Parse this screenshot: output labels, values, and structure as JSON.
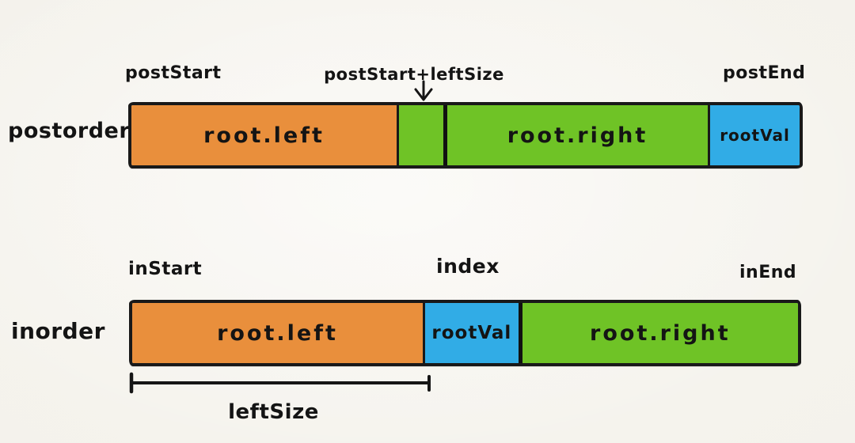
{
  "colors": {
    "segment_orange": "#e98f3c",
    "segment_green": "#6fc326",
    "segment_blue": "#31ace6",
    "ink": "#161616",
    "background_paper": "#f5f3ed"
  },
  "postorder": {
    "row_label": "postorder",
    "start_pointer": "postStart",
    "split_pointer": "postStart+leftSize",
    "end_pointer": "postEnd",
    "split_arrow_icon": "down-arrow-icon",
    "segments": [
      {
        "label": "root.left",
        "color": "#e98f3c"
      },
      {
        "label": "",
        "color": "#6fc326"
      },
      {
        "label": "root.right",
        "color": "#6fc326"
      },
      {
        "label": "rootVal",
        "color": "#31ace6"
      }
    ]
  },
  "inorder": {
    "row_label": "inorder",
    "start_pointer": "inStart",
    "index_pointer": "index",
    "end_pointer": "inEnd",
    "segments": [
      {
        "label": "root.left",
        "color": "#e98f3c"
      },
      {
        "label": "rootVal",
        "color": "#31ace6"
      },
      {
        "label": "root.right",
        "color": "#6fc326"
      }
    ]
  },
  "measure": {
    "label": "leftSize",
    "bracket_icon": "measure-bracket-icon"
  }
}
